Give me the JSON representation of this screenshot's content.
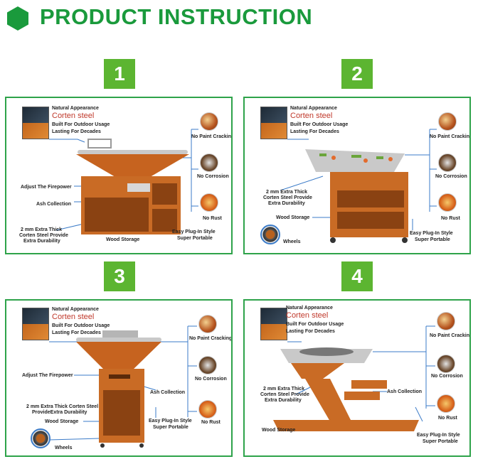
{
  "header": {
    "title": "PRODUCT INSTRUCTION",
    "icon": "hexagon-icon",
    "accent": "#1a9a3c"
  },
  "badges": [
    "1",
    "2",
    "3",
    "4"
  ],
  "common": {
    "natural": "Natural Appearance",
    "corten": "Corten steel",
    "outdoor": "Built For Outdoor Usage",
    "lasting": "Lasting For Decades",
    "no_paint": "No Paint Cracking",
    "no_corrosion": "No Corrosion",
    "no_rust": "No Rust"
  },
  "panel1": {
    "firepower": "Adjust The Firepower",
    "ash": "Ash Collection",
    "mm1": "2 mm Extra Thick",
    "mm2": "Corten Steel Provide",
    "mm3": "Extra Durability",
    "wood": "Wood Storage",
    "easy1": "Easy Plug-In Style",
    "easy2": "Super Portable"
  },
  "panel2": {
    "mm1": "2 mm Extra Thick",
    "mm2": "Corten Steel Provide",
    "mm3": "Extra Durability",
    "wood": "Wood Storage",
    "wheels": "Wheels",
    "easy1": "Easy Plug-In Style",
    "easy2": "Super Portable"
  },
  "panel3": {
    "firepower": "Adjust The Firepower",
    "ash": "Ash Collection",
    "mm1": "2 mm Extra Thick Corten Steel",
    "mm2": "ProvideExtra Durability",
    "wood": "Wood Storage",
    "wheels": "Wheels",
    "easy1": "Easy Plug-In Style",
    "easy2": "Super Portable"
  },
  "panel4": {
    "mm1": "2 mm Extra Thick",
    "mm2": "Corten Steel Provide",
    "mm3": "Extra Durability",
    "ash": "Ash Collection",
    "wood": "Wood Storage",
    "easy1": "Easy Plug-In Style",
    "easy2": "Super Portable"
  }
}
